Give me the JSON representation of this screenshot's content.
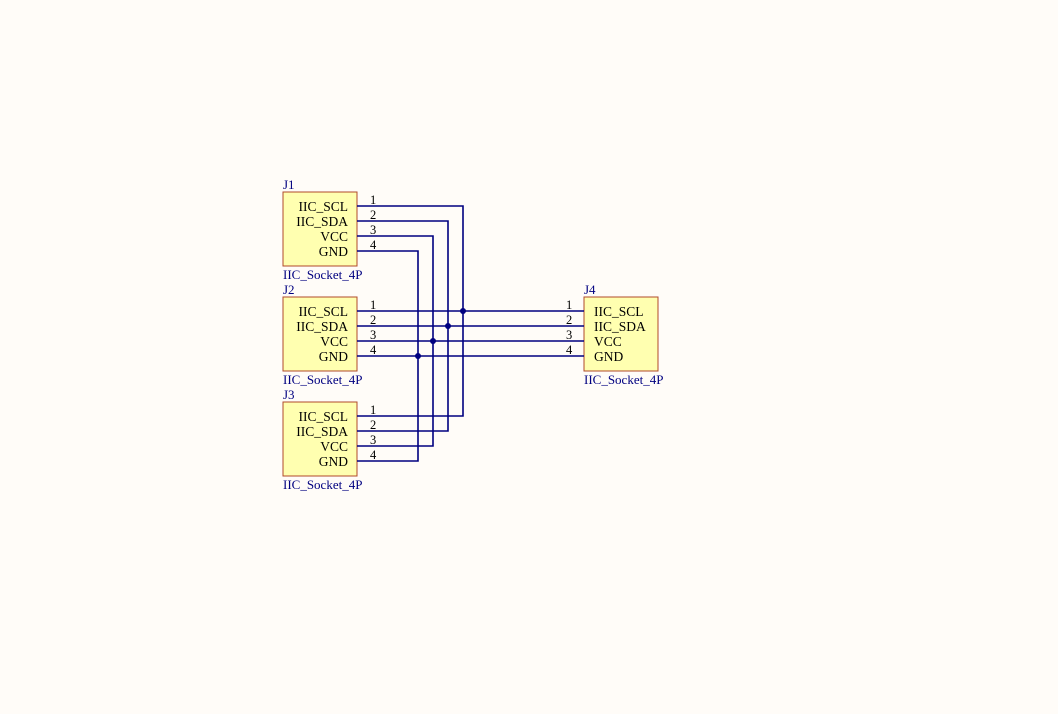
{
  "components": [
    {
      "designator": "J1",
      "comment": "IIC_Socket_4P",
      "pins": [
        {
          "num": "1",
          "name": "IIC_SCL"
        },
        {
          "num": "2",
          "name": "IIC_SDA"
        },
        {
          "num": "3",
          "name": "VCC"
        },
        {
          "num": "4",
          "name": "GND"
        }
      ]
    },
    {
      "designator": "J2",
      "comment": "IIC_Socket_4P",
      "pins": [
        {
          "num": "1",
          "name": "IIC_SCL"
        },
        {
          "num": "2",
          "name": "IIC_SDA"
        },
        {
          "num": "3",
          "name": "VCC"
        },
        {
          "num": "4",
          "name": "GND"
        }
      ]
    },
    {
      "designator": "J3",
      "comment": "IIC_Socket_4P",
      "pins": [
        {
          "num": "1",
          "name": "IIC_SCL"
        },
        {
          "num": "2",
          "name": "IIC_SDA"
        },
        {
          "num": "3",
          "name": "VCC"
        },
        {
          "num": "4",
          "name": "GND"
        }
      ]
    },
    {
      "designator": "J4",
      "comment": "IIC_Socket_4P",
      "pins": [
        {
          "num": "1",
          "name": "IIC_SCL"
        },
        {
          "num": "2",
          "name": "IIC_SDA"
        },
        {
          "num": "3",
          "name": "VCC"
        },
        {
          "num": "4",
          "name": "GND"
        }
      ]
    }
  ],
  "colors": {
    "background": "#FFFCF8",
    "component_fill": "#FFFFB0",
    "component_border": "#B04A2A",
    "wire": "#000080",
    "label": "#000080"
  }
}
